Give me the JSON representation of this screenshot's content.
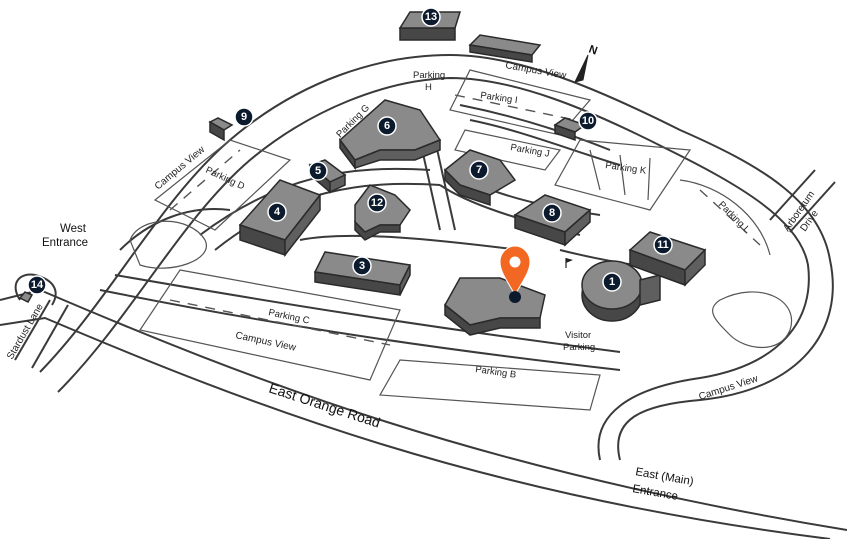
{
  "labels": {
    "parking_h": "Parking",
    "parking_h2": "H",
    "parking_i": "Parking I",
    "parking_g": "Parking G",
    "parking_j": "Parking J",
    "parking_k": "Parking K",
    "parking_d": "Parking D",
    "parking_l": "Parking L",
    "parking_c": "Parking C",
    "parking_b": "Parking B",
    "visitor_parking_1": "Visitor",
    "visitor_parking_2": "Parking",
    "campus_view_top": "Campus View",
    "campus_view_left": "Campus View",
    "campus_view_mid": "Campus View",
    "campus_view_right": "Campus View",
    "west_entrance_1": "West",
    "west_entrance_2": "Entrance",
    "stardust_lane": "Stardust Lane",
    "east_orange_road": "East Orange Road",
    "east_main_entrance_1": "East (Main)",
    "east_main_entrance_2": "Entrance",
    "arboretum_drive_1": "Arboretum",
    "arboretum_drive_2": "Drive",
    "north": "N"
  },
  "markers": {
    "m1": "1",
    "m3": "3",
    "m4": "4",
    "m5": "5",
    "m6": "6",
    "m7": "7",
    "m8": "8",
    "m9": "9",
    "m10": "10",
    "m11": "11",
    "m12": "12",
    "m13": "13",
    "m14": "14"
  },
  "colors": {
    "pin": "#f26722",
    "marker": "#0c1a2e",
    "building_top": "#8a8a8a",
    "building_side": "#5f5f5f",
    "road_outline": "#3a3a3a"
  },
  "icons": {
    "location_pin": "location-pin-icon",
    "north_arrow": "north-arrow-icon"
  }
}
